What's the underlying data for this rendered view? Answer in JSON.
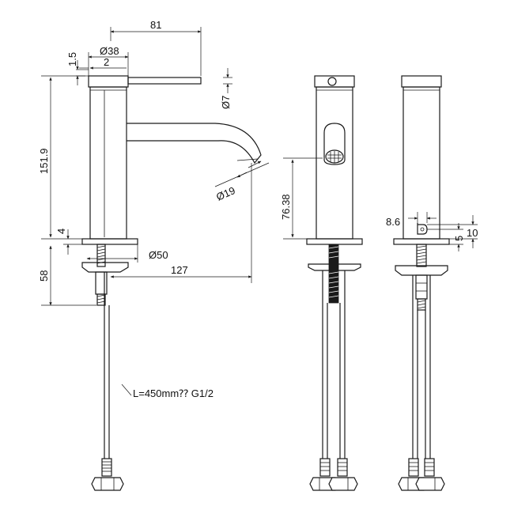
{
  "dimensions": {
    "d81": "81",
    "d1_5": "1.5",
    "d38": "Ø38",
    "d2": "2",
    "d7": "Ø7",
    "d151_9": "151.9",
    "d19": "Ø19",
    "d76_38": "76.38",
    "d8_6": "8.6",
    "d10": "10",
    "d5": "5",
    "d4": "4",
    "d50": "Ø50",
    "d58": "58",
    "d127": "127"
  },
  "hose_label": "L=450mm⁇ G1/2"
}
